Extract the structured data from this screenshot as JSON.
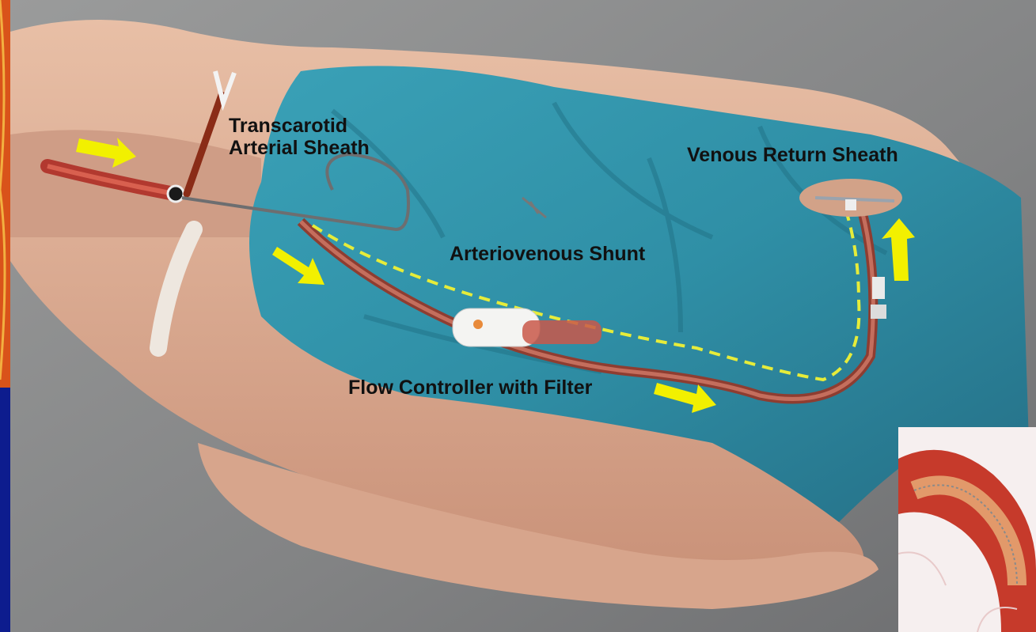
{
  "illustration": {
    "labels": {
      "transcarotid_sheath": "Transcarotid\nArterial Sheath",
      "venous_return_sheath": "Venous Return Sheath",
      "arteriovenous_shunt": "Arteriovenous Shunt",
      "flow_controller": "Flow Controller with Filter"
    },
    "colors": {
      "drape": "#2f8fa6",
      "skin": "#d9a98f",
      "background": "#8a8c8d",
      "flow_arrow": "#f2f000",
      "dashed_path": "#e6ec3a",
      "tubing": "#b05a4a"
    },
    "icons": [
      "flow-arrow-icon",
      "stent-inset-icon"
    ]
  }
}
